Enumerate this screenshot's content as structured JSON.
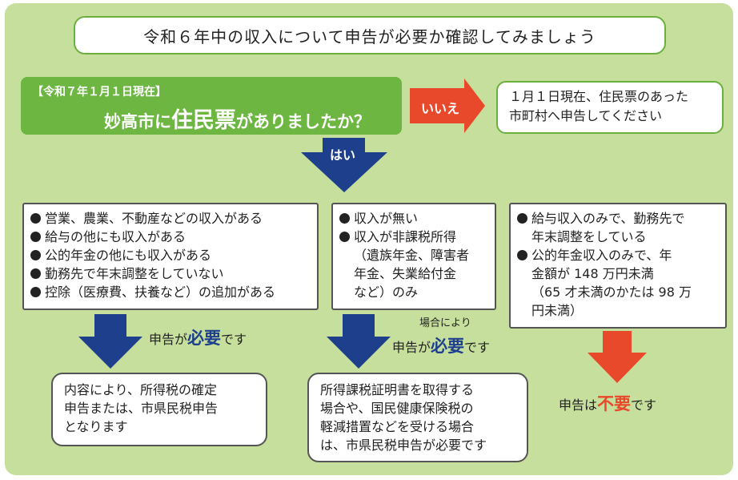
{
  "title": "令和６年中の収入について申告が必要か確認してみましょう",
  "question": {
    "date": "【令和７年１月１日現在】",
    "pre": "妙高市に",
    "highlight": "住民票",
    "post": "がありましたか？"
  },
  "no": {
    "label": "いいえ",
    "answer": [
      "１月１日現在、住民票のあった",
      "市町村へ申告してください"
    ]
  },
  "yes": {
    "label": "はい"
  },
  "lists": [
    {
      "items": [
        "営業、農業、不動産などの収入がある",
        "給与の他にも収入がある",
        "公的年金の他にも収入がある",
        "勤務先で年末調整をしていない",
        "控除（医療費、扶養など）の追加がある"
      ]
    },
    {
      "items": [
        "収入が無い",
        "収入が非課税所得"
      ],
      "sub": [
        "（遺族年金、障害者",
        "年金、失業給付金",
        "など）のみ"
      ]
    },
    {
      "items": [
        "給与収入のみで、勤務先で",
        "公的年金収入のみで、年"
      ],
      "lines": [
        [
          "給与収入のみで、勤務先で",
          "年末調整をしている"
        ],
        [
          "公的年金収入のみで、年",
          "金額が 148 万円未満",
          "（65 才未満のかたは 98 万",
          "円未満）"
        ]
      ]
    }
  ],
  "labels": {
    "needed": {
      "pre": "申告が",
      "em": "必要",
      "post": "です"
    },
    "conditional": {
      "note": "場合により",
      "pre": "申告が",
      "em": "必要",
      "post": "です"
    },
    "notneeded": {
      "pre": "申告は",
      "em": "不要",
      "post": "です"
    }
  },
  "results": [
    [
      "内容により、所得税の確定",
      "申告または、市県民税申告",
      "となります"
    ],
    [
      "所得課税証明書を取得する",
      "場合や、国民健康保険税の",
      "軽減措置などを受ける場合",
      "は、市県民税申告が必要です"
    ]
  ],
  "colors": {
    "panel": "#c6df9c",
    "green": "#6db641",
    "blue": "#1d3f8c",
    "red": "#e8492a"
  }
}
